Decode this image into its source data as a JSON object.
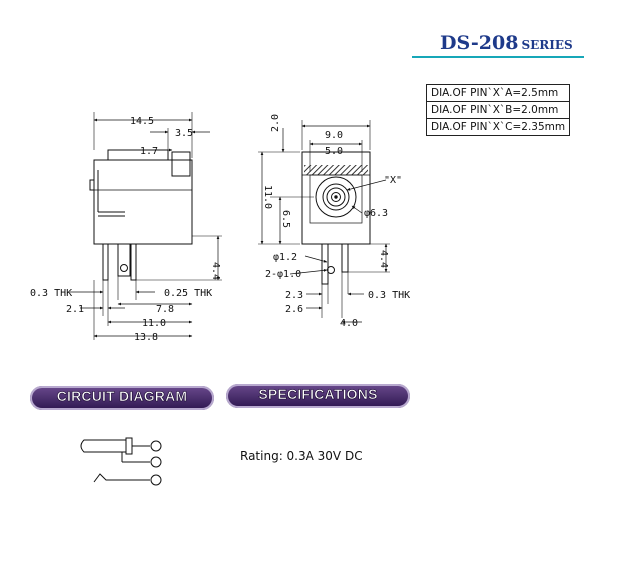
{
  "header": {
    "model": "DS-208",
    "series_word": "SERIES"
  },
  "pin_table": [
    "DIA.OF PIN`X`A=2.5mm",
    "DIA.OF PIN`X`B=2.0mm",
    "DIA.OF PIN`X`C=2.35mm"
  ],
  "side_view": {
    "dim_14_5": "14.5",
    "dim_3_5": "3.5",
    "dim_1_7": "1.7",
    "dim_4_4": "4.4",
    "dim_0_3_thk": "0.3 THK",
    "dim_0_25_thk": "0.25 THK",
    "dim_2_1": "2.1",
    "dim_7_8": "7.8",
    "dim_11_0": "11.0",
    "dim_13_8": "13.8"
  },
  "front_view": {
    "dim_2_0": "2.0",
    "dim_9_0": "9.0",
    "dim_5_0": "5.0",
    "dim_11_0": "11.0",
    "dim_6_5": "6.5",
    "label_x": "\"X\"",
    "dia_6_3": "φ6.3",
    "dia_1_2": "φ1.2",
    "dia_2x1_0": "2-φ1.0",
    "dim_4_4": "4.4",
    "dim_2_3": "2.3",
    "dim_2_6": "2.6",
    "dim_4_0": "4.0",
    "dim_0_3_thk": "0.3 THK"
  },
  "sections": {
    "circuit_label": "CIRCUIT DIAGRAM",
    "spec_label": "SPECIFICATIONS"
  },
  "specs": {
    "rating": "Rating: 0.3A 30V DC"
  },
  "colors": {
    "title": "#1e3a8a",
    "rule": "#17a7b8",
    "pill": "#3d2166"
  }
}
